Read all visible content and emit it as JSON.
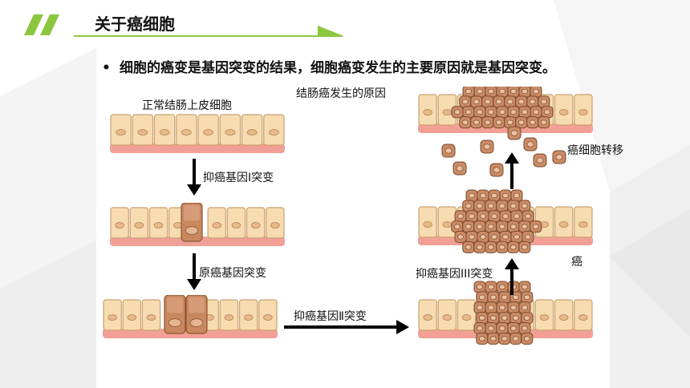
{
  "header": {
    "title": "关于癌细胞",
    "accent_color": "#8cc63f"
  },
  "bullet": "细胞的癌变是基因突变的结果，细胞癌变发生的主要原因就是基因突变。",
  "diagram": {
    "caption": "结肠癌发生的原因",
    "labels": {
      "normal": "正常结肠上皮细胞",
      "step1": "抑癌基因Ⅰ突变",
      "step2": "原癌基因突变",
      "step3": "抑癌基因Ⅱ突变",
      "step4": "抑癌基因III突变",
      "cancer": "癌",
      "metastasis": "癌细胞转移"
    },
    "colors": {
      "cell_fill": "#f6dcb0",
      "cell_stroke": "#c9a070",
      "base_fill": "#f2a095",
      "cancer_cell": "#c98a66"
    }
  }
}
